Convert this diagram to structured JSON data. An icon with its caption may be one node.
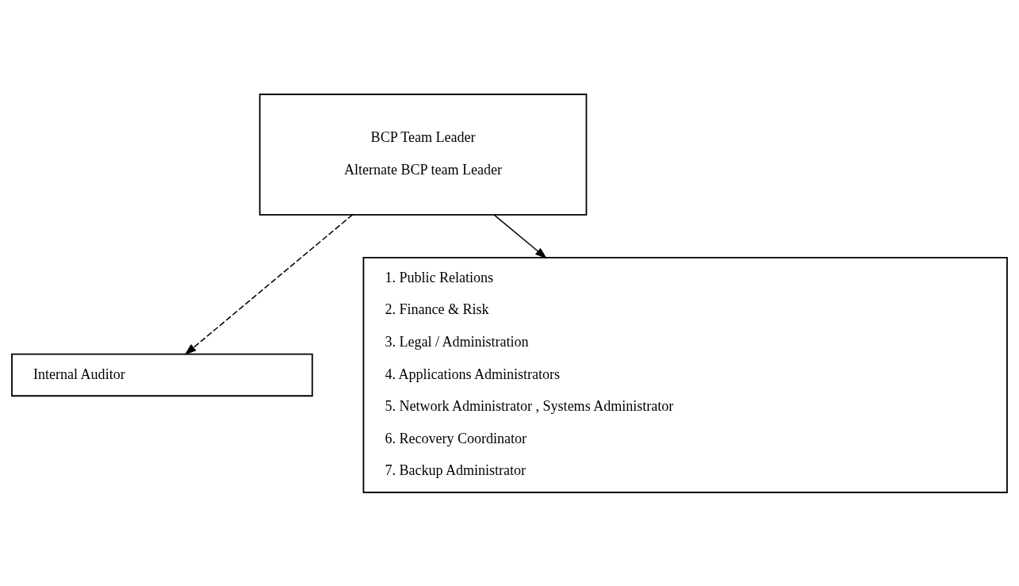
{
  "diagram": {
    "nodes": [
      {
        "text": [
          "BCP Team Leader",
          "Alternate BCP team Leader"
        ]
      },
      {
        "text": [
          "Internal Auditor"
        ]
      },
      {
        "text": [
          "1. Public Relations",
          "2. Finance & Risk",
          "3. Legal / Administration",
          "4. Applications Administrators",
          "5. Network Administrator , Systems Administrator",
          "6. Recovery Coordinator",
          "7. Backup Administrator"
        ]
      }
    ],
    "edges": [
      {
        "from": 0,
        "to": 2,
        "arrow": "to"
      },
      {
        "from": 0,
        "to": 1,
        "arrow": "to",
        "style": "dashed"
      }
    ]
  }
}
